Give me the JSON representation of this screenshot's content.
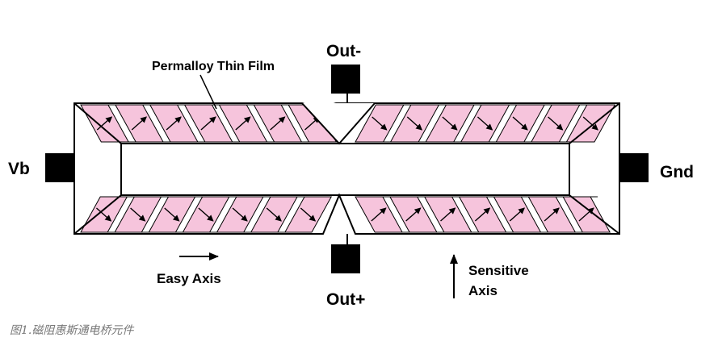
{
  "diagram": {
    "film_label": "Permalloy Thin Film",
    "terminals": {
      "out_minus": "Out-",
      "out_plus": "Out+",
      "vb": "Vb",
      "gnd": "Gnd"
    },
    "easy_axis_label": "Easy Axis",
    "sensitive_axis_label_line1": "Sensitive",
    "sensitive_axis_label_line2": "Axis",
    "colors": {
      "film_fill": "#f6c4dc",
      "outline": "#000000",
      "terminal": "#000000",
      "caption": "#777777"
    }
  },
  "caption": "图1.磁阻惠斯通电桥元件"
}
